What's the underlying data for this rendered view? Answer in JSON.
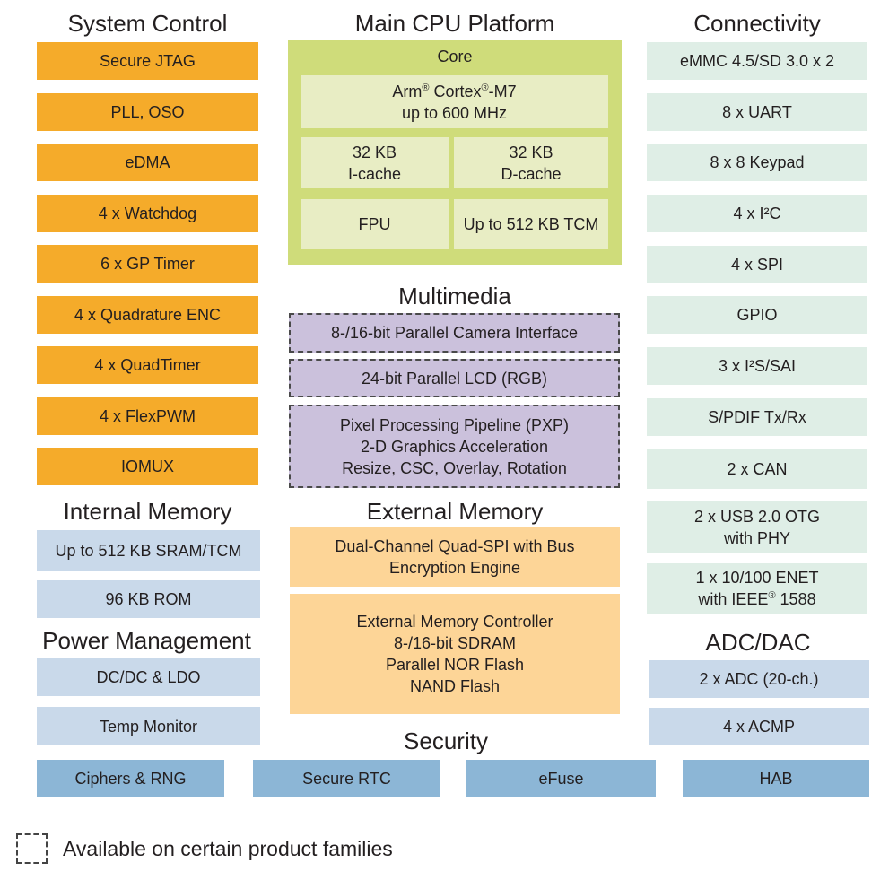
{
  "sections": {
    "system_control": "System Control",
    "main_cpu": "Main CPU Platform",
    "connectivity": "Connectivity",
    "multimedia": "Multimedia",
    "internal_memory": "Internal Memory",
    "external_memory": "External Memory",
    "power_management": "Power Management",
    "adc_dac": "ADC/DAC",
    "security": "Security"
  },
  "system_control": [
    "Secure JTAG",
    "PLL, OSO",
    "eDMA",
    "4 x Watchdog",
    "6 x GP Timer",
    "4 x Quadrature ENC",
    "4 x QuadTimer",
    "4 x FlexPWM",
    "IOMUX"
  ],
  "cpu": {
    "core_label": "Core",
    "arm_prefix": "Arm",
    "reg_mark": "®",
    "arm_mid": " Cortex",
    "arm_suffix": "-M7",
    "freq": "up to 600 MHz",
    "icache_size": "32 KB",
    "icache_label": "I-cache",
    "dcache_size": "32 KB",
    "dcache_label": "D-cache",
    "fpu": "FPU",
    "tcm": "Up to 512 KB TCM"
  },
  "connectivity": [
    "eMMC 4.5/SD 3.0 x 2",
    "8 x UART",
    "8 x 8 Keypad",
    "4 x I²C",
    "4 x SPI",
    "GPIO",
    "3 x I²S/SAI",
    "S/PDIF Tx/Rx",
    "2 x CAN"
  ],
  "usb": {
    "line1": "2 x USB 2.0 OTG",
    "line2": "with PHY"
  },
  "enet": {
    "line1": "1 x 10/100 ENET",
    "line2_prefix": "with IEEE",
    "reg_mark": "®",
    "line2_suffix": " 1588"
  },
  "multimedia": {
    "camera": "8-/16-bit Parallel Camera Interface",
    "lcd": "24-bit Parallel LCD (RGB)",
    "pxp": [
      "Pixel Processing Pipeline (PXP)",
      "2-D Graphics Acceleration",
      "Resize, CSC, Overlay, Rotation"
    ]
  },
  "internal_memory": [
    "Up to 512 KB SRAM/TCM",
    "96 KB ROM"
  ],
  "external_memory": {
    "qspi": [
      "Dual-Channel Quad-SPI with Bus",
      "Encryption Engine"
    ],
    "emc": [
      "External Memory Controller",
      "8-/16-bit SDRAM",
      "Parallel NOR Flash",
      "NAND Flash"
    ]
  },
  "power_management": [
    "DC/DC & LDO",
    "Temp Monitor"
  ],
  "adc_dac": [
    "2 x ADC (20-ch.)",
    "4 x ACMP"
  ],
  "security": [
    "Ciphers & RNG",
    "Secure RTC",
    "eFuse",
    "HAB"
  ],
  "legend": "Available on certain product families",
  "colors": {
    "system_control": "#f5ab2a",
    "cpu_outer": "#cfdc7a",
    "cpu_inner": "#e8edc4",
    "connectivity": "#dfeee6",
    "multimedia": "#cbc1dc",
    "memory_light_blue": "#c9d9ea",
    "external_memory": "#fdd597",
    "security": "#8cb6d6"
  }
}
